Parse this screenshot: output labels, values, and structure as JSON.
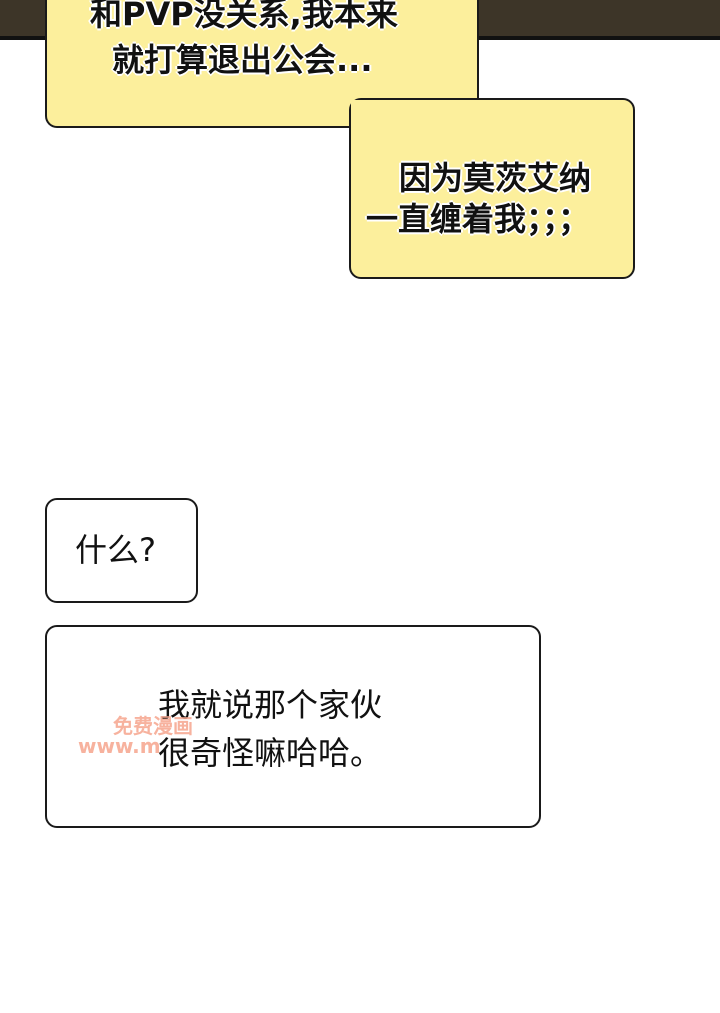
{
  "bubbles": [
    {
      "lines": [
        "和PVP没关系,我本来",
        "就打算退出公会..."
      ],
      "color": "#fcef9c"
    },
    {
      "lines": [
        "因为莫茨艾纳",
        "一直缠着我；；；"
      ],
      "color": "#fcef9c"
    },
    {
      "lines": [
        "什么?"
      ],
      "color": "#ffffff"
    },
    {
      "lines": [
        "我就说那个家伙",
        "很奇怪嘛哈哈。"
      ],
      "color": "#ffffff"
    }
  ],
  "watermark": {
    "line1": "免费漫画",
    "line2": "www.m"
  }
}
